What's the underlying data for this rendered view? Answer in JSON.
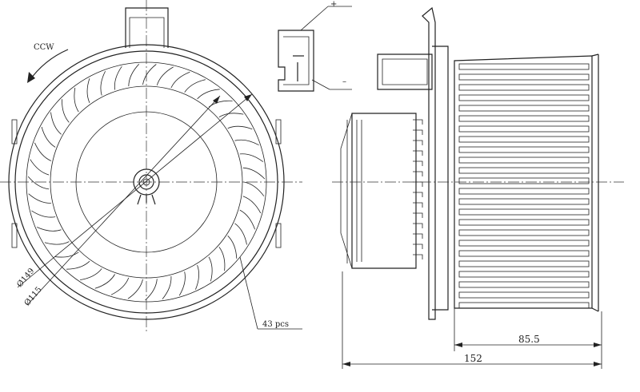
{
  "labels": {
    "rotation": "CCW",
    "outer_diameter": "Ø149",
    "inner_diameter": "Ø115",
    "blade_count": "43 pcs",
    "plus": "+",
    "minus": "–",
    "axial_length": "85.5",
    "overall_length": "152"
  },
  "blades": {
    "count": 43
  }
}
